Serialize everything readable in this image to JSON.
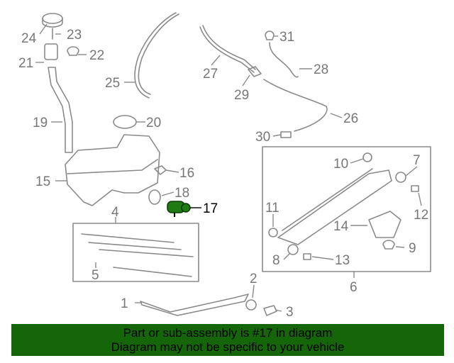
{
  "diagram": {
    "highlighted_part": "17",
    "highlight_color": "#1e7a12",
    "callouts": [
      "1",
      "2",
      "3",
      "4",
      "5",
      "6",
      "7",
      "8",
      "9",
      "10",
      "11",
      "12",
      "13",
      "14",
      "15",
      "16",
      "17",
      "18",
      "19",
      "20",
      "21",
      "22",
      "23",
      "24",
      "25",
      "26",
      "27",
      "28",
      "29",
      "30",
      "31"
    ]
  },
  "banner": {
    "line1": "Part or sub-assembly is #17 in diagram",
    "line2": "Diagram may not be specific to your vehicle",
    "color": "#146608"
  }
}
